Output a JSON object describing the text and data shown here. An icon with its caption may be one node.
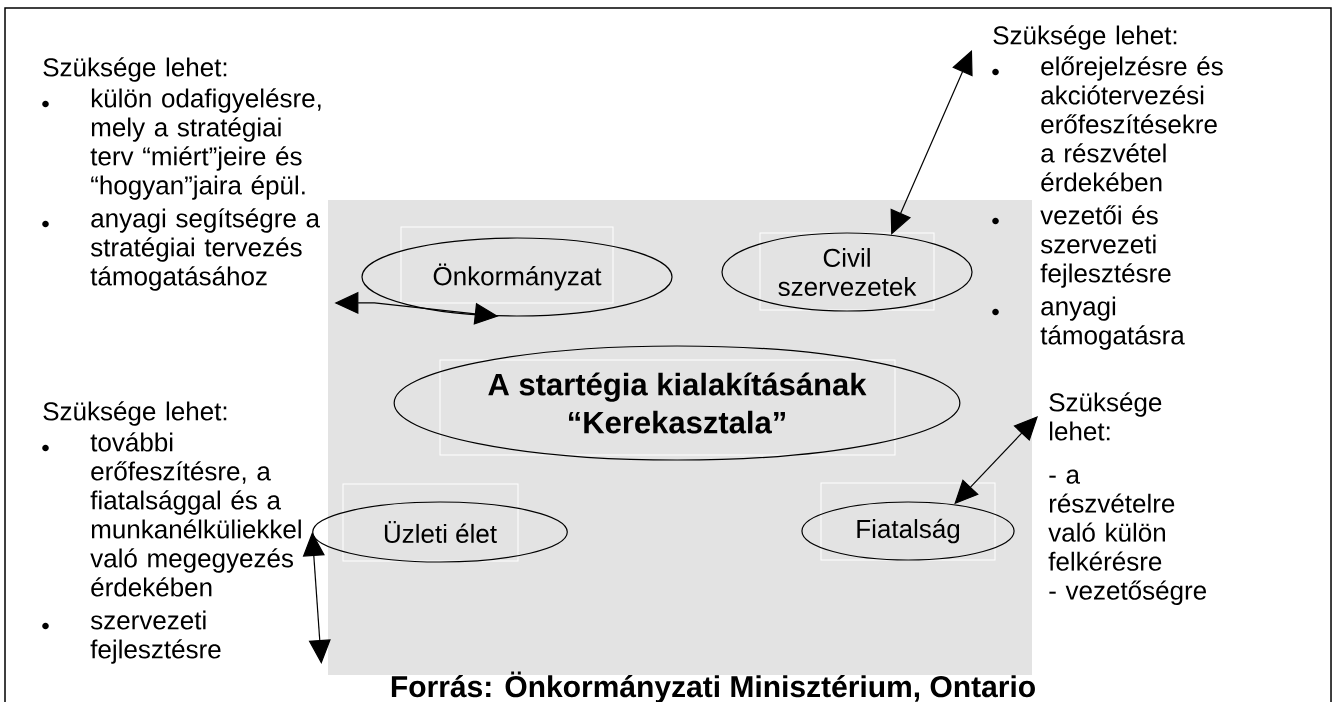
{
  "diagram": {
    "caption": "Forrás: Önkormányzati Minisztérium, Ontario",
    "nodes": [
      {
        "text": [
          "Szüksége lehet:",
          "külön odafigyelésre, mely a stratégiai terv “miért”jeire és “hogyan”jaira épül.",
          "anyagi segítségre a stratégiai tervezés támogatásához"
        ]
      },
      {
        "text": [
          "Szüksége lehet:",
          "előrejelzésre és akciótervezési erőfeszítésekre a részvétel érdekében",
          "vezetői és szervezeti fejlesztésre",
          "anyagi támogatásra"
        ]
      },
      {
        "text": [
          "Önkormányzat"
        ]
      },
      {
        "text": [
          "Civil szervezetek"
        ]
      },
      {
        "text": [
          "A startégia kialakításának “Kerekasztala”"
        ]
      },
      {
        "text": [
          "Szüksége lehet:",
          "további erőfeszítésre, a fiatalsággal és a munkanélküliekkel való megegyezés érdekében",
          "szervezeti fejlesztésre"
        ]
      },
      {
        "text": [
          "Szüksége lehet:",
          "- a részvételre való külön felkérésre",
          "- vezetőségre"
        ]
      },
      {
        "text": [
          "Üzleti élet"
        ]
      },
      {
        "text": [
          "Fiatalság"
        ]
      }
    ],
    "edges": [
      {
        "from": 0,
        "to": 2,
        "arrow": "both"
      },
      {
        "from": 1,
        "to": 3,
        "arrow": "both"
      },
      {
        "from": 5,
        "to": 7,
        "arrow": "both"
      },
      {
        "from": 6,
        "to": 8,
        "arrow": "both"
      }
    ]
  }
}
